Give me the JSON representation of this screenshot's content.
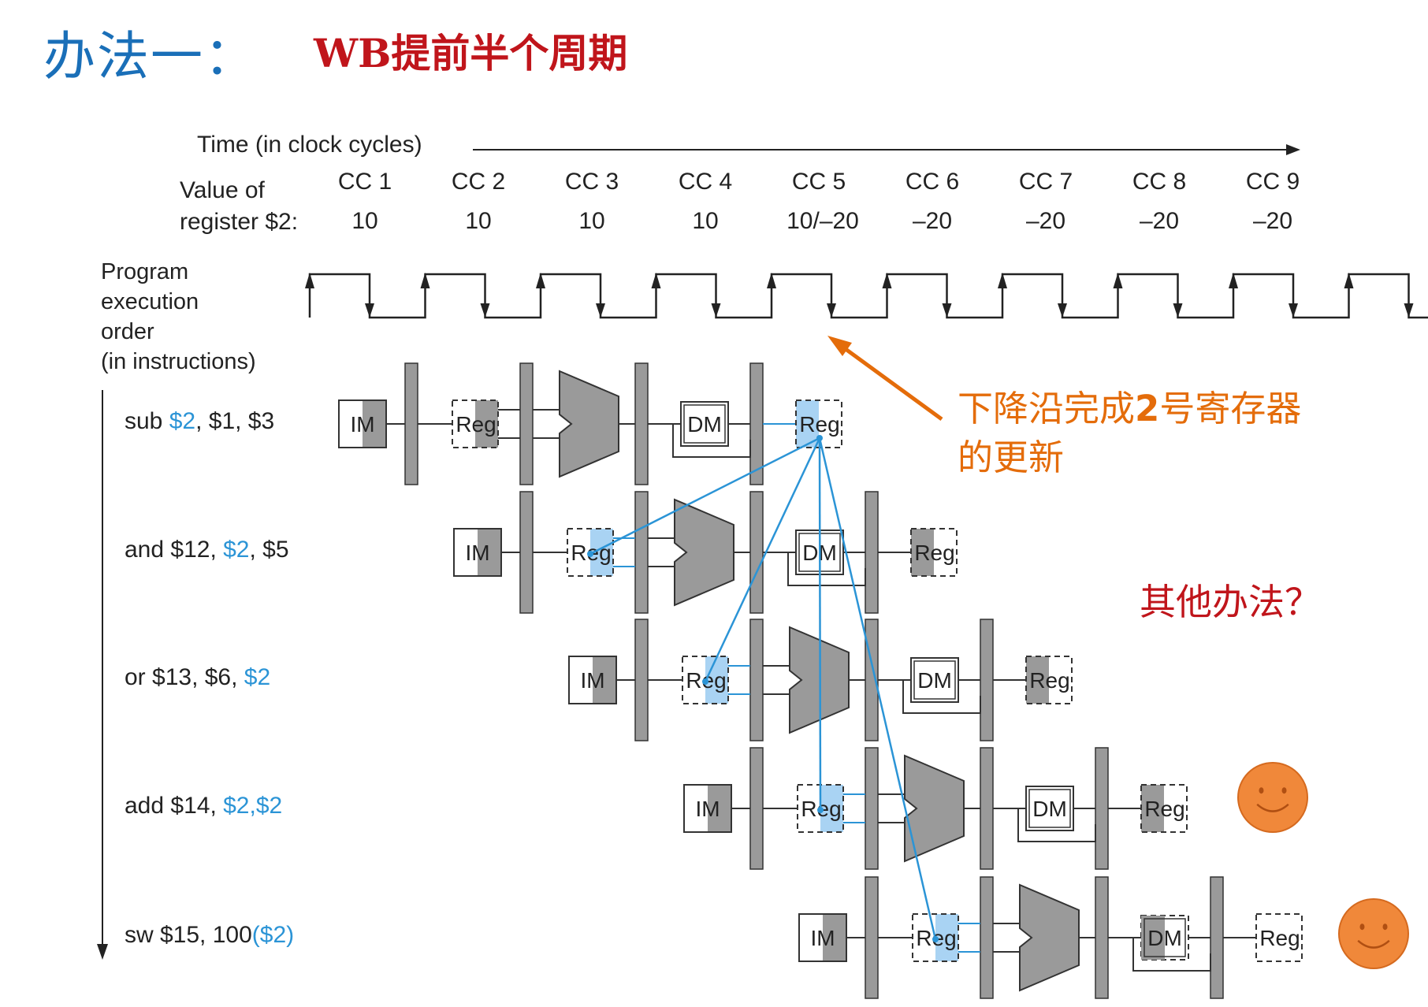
{
  "title": {
    "main": "办法一：",
    "sub": "WB提前半个周期"
  },
  "time_label": "Time (in clock cycles)",
  "value_label": {
    "line1": "Value of",
    "line2": "register $2:"
  },
  "clock_cycles": [
    "CC 1",
    "CC 2",
    "CC 3",
    "CC 4",
    "CC 5",
    "CC 6",
    "CC 7",
    "CC 8",
    "CC 9"
  ],
  "register_values": [
    "10",
    "10",
    "10",
    "10",
    "10/–20",
    "–20",
    "–20",
    "–20",
    "–20"
  ],
  "program_label": [
    "Program",
    "execution",
    "order",
    "(in instructions)"
  ],
  "instructions": [
    {
      "parts": [
        {
          "t": "sub ",
          "hl": false
        },
        {
          "t": "$2",
          "hl": true
        },
        {
          "t": ", $1, $3",
          "hl": false
        }
      ]
    },
    {
      "parts": [
        {
          "t": "and $12, ",
          "hl": false
        },
        {
          "t": "$2",
          "hl": true
        },
        {
          "t": ", $5",
          "hl": false
        }
      ]
    },
    {
      "parts": [
        {
          "t": "or $13, $6, ",
          "hl": false
        },
        {
          "t": "$2",
          "hl": true
        }
      ]
    },
    {
      "parts": [
        {
          "t": "add $14, ",
          "hl": false
        },
        {
          "t": "$2,$2",
          "hl": true
        }
      ]
    },
    {
      "parts": [
        {
          "t": "sw $15, 100",
          "hl": false
        },
        {
          "t": "($2)",
          "hl": true
        }
      ]
    }
  ],
  "stage_labels": {
    "im": "IM",
    "reg": "Reg",
    "dm": "DM"
  },
  "notes": {
    "falling_edge": {
      "line1_pre": "下降沿完成",
      "line1_bold": "2",
      "line1_post": "号寄存器",
      "line2": "的更新"
    },
    "other": "其他办法？"
  },
  "colors": {
    "title_blue": "#1a6fb8",
    "title_red": "#c0151b",
    "highlight_blue": "#2b94d6",
    "note_orange": "#e46c0a",
    "face_orange": "#f0883a",
    "gray_fill": "#9a9a9a"
  }
}
